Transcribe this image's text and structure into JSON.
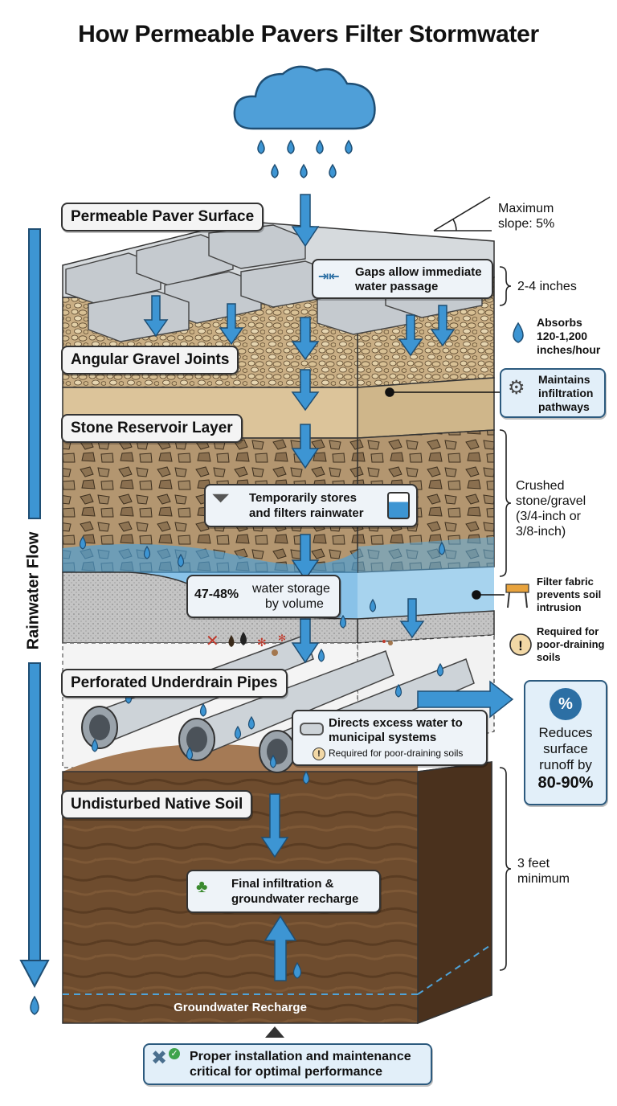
{
  "title": "How Permeable Pavers Filter Stormwater",
  "flow_label": "Rainwater Flow",
  "layers": {
    "paver": "Permeable Paver Surface",
    "gravel_joints": "Angular Gravel Joints",
    "reservoir": "Stone Reservoir Layer",
    "underdrain": "Perforated Underdrain Pipes",
    "native_soil": "Undisturbed Native Soil"
  },
  "callouts": {
    "gaps": [
      "Gaps allow immediate",
      "water passage"
    ],
    "stores": [
      "Temporarily stores",
      "and filters rainwater"
    ],
    "storage_pct": "47-48%",
    "storage_text": [
      "water storage",
      "by volume"
    ],
    "directs": [
      "Directs excess water to",
      "municipal systems"
    ],
    "directs_note": "Required for poor-draining soils",
    "final": [
      "Final infiltration &",
      "groundwater recharge"
    ],
    "groundwater": "Groundwater Recharge",
    "maintenance": [
      "Proper installation and maintenance",
      "critical for optimal performance"
    ]
  },
  "side_notes": {
    "slope": [
      "Maximum",
      "slope: 5%"
    ],
    "paver_depth": "2-4 inches",
    "absorbs": [
      "Absorbs",
      "120-1,200",
      "inches/hour"
    ],
    "maintains": [
      "Maintains",
      "infiltration",
      "pathways"
    ],
    "crushed": [
      "Crushed",
      "stone/gravel",
      "(3/4-inch or",
      "3/8-inch)"
    ],
    "filter_fabric": [
      "Filter fabric",
      "prevents soil",
      "intrusion"
    ],
    "required": [
      "Required for",
      "poor-draining",
      "soils"
    ],
    "reduces": [
      "Reduces",
      "surface",
      "runoff by"
    ],
    "reduces_pct": "80-90%",
    "soil_depth": [
      "3 feet",
      "minimum"
    ]
  },
  "icons": [
    "cloud-icon",
    "raindrop-icon",
    "gap-arrows-icon",
    "gear-icon",
    "funnel-icon",
    "water-tank-icon",
    "barrier-icon",
    "exclamation-icon",
    "percent-badge-icon",
    "pipe-icon",
    "seedling-icon",
    "tools-icon",
    "check-icon"
  ],
  "colors": {
    "water": "#3d95d3",
    "water_dark": "#1f5f94",
    "paver": "#c9ced3",
    "gravel": "#c4a87e",
    "sand": "#dcc49a",
    "reservoir": "#a98c66",
    "fabric": "#bfbfbf",
    "soil": "#6b4a2d",
    "soil_dark": "#4a311d"
  }
}
